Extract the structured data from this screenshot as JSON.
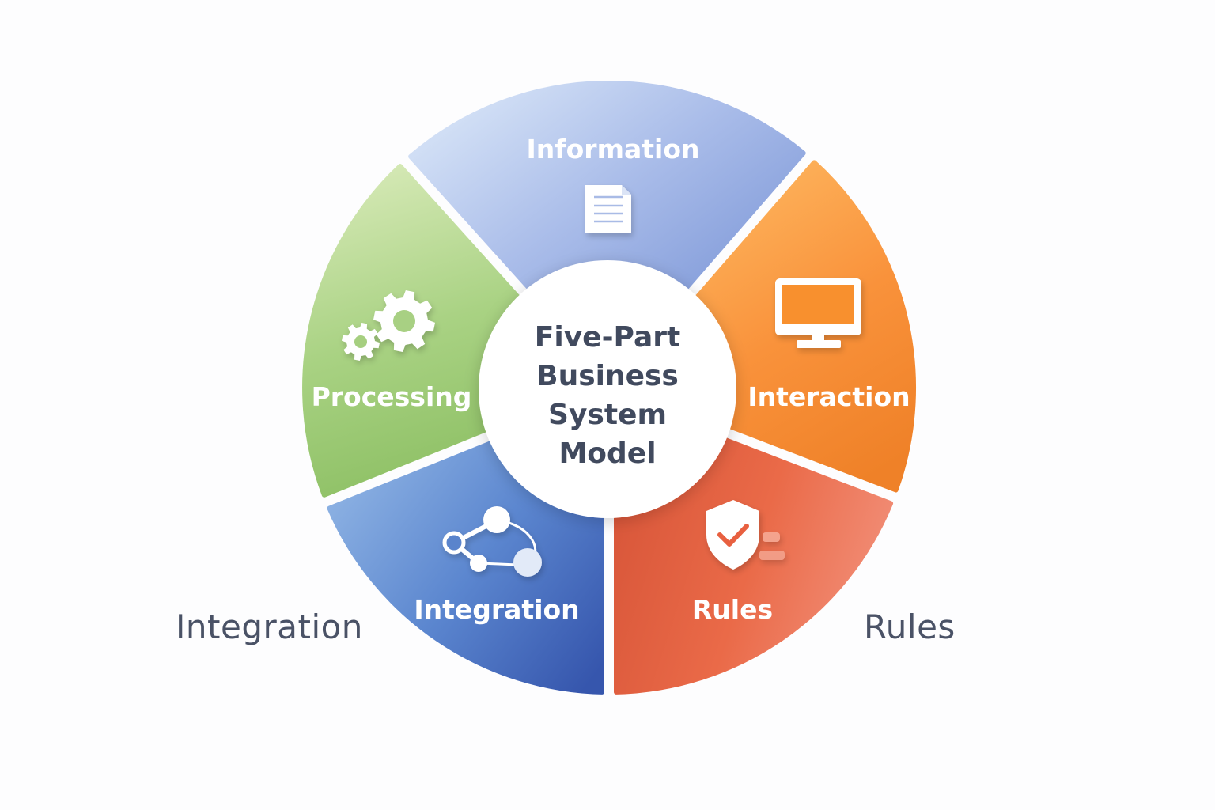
{
  "center": {
    "title_lines": [
      "Five-Part",
      "Business",
      "System",
      "Model"
    ]
  },
  "segments": [
    {
      "id": "information",
      "label": "Information",
      "icon": "document-icon",
      "colors": [
        "#d7e4f7",
        "#a9bce9",
        "#7e98d8"
      ]
    },
    {
      "id": "interaction",
      "label": "Interaction",
      "icon": "monitor-icon",
      "colors": [
        "#fdb35c",
        "#f9923b",
        "#ef8128"
      ]
    },
    {
      "id": "rules",
      "label": "Rules",
      "icon": "shield-check-icon",
      "colors": [
        "#d9573a",
        "#ea6a48",
        "#f2907a"
      ]
    },
    {
      "id": "integration",
      "label": "Integration",
      "icon": "network-nodes-icon",
      "colors": [
        "#8db2e3",
        "#5b86cf",
        "#3656ad"
      ]
    },
    {
      "id": "processing",
      "label": "Processing",
      "icon": "gears-icon",
      "colors": [
        "#d4e8b4",
        "#a9d283",
        "#8cbf63"
      ]
    }
  ],
  "side_labels": {
    "left": "Integration",
    "right": "Rules"
  },
  "text_color": "#414a5e"
}
